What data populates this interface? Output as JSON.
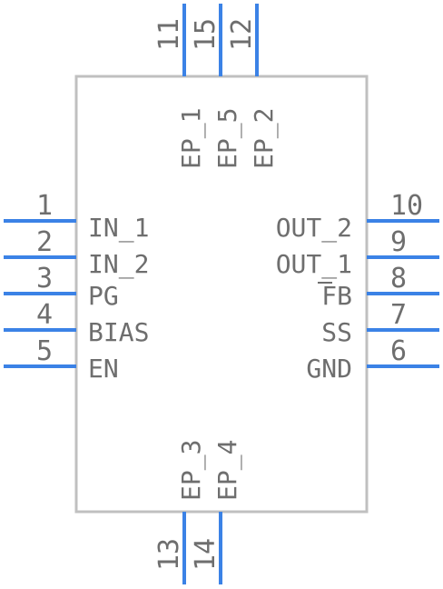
{
  "component": {
    "left_pins": [
      {
        "number": "1",
        "name": "IN_1"
      },
      {
        "number": "2",
        "name": "IN_2"
      },
      {
        "number": "3",
        "name": "PG"
      },
      {
        "number": "4",
        "name": "BIAS"
      },
      {
        "number": "5",
        "name": "EN"
      }
    ],
    "right_pins": [
      {
        "number": "10",
        "name": "OUT_2"
      },
      {
        "number": "9",
        "name": "OUT_1"
      },
      {
        "number": "8",
        "name": "FB"
      },
      {
        "number": "7",
        "name": "SS"
      },
      {
        "number": "6",
        "name": "GND"
      }
    ],
    "top_pins": [
      {
        "number": "11",
        "name": "EP_1"
      },
      {
        "number": "15",
        "name": "EP_5"
      },
      {
        "number": "12",
        "name": "EP_2"
      }
    ],
    "bottom_pins": [
      {
        "number": "13",
        "name": "EP_3"
      },
      {
        "number": "14",
        "name": "EP_4"
      }
    ],
    "colors": {
      "pin": "#3b82e6",
      "body_outline": "#c0c0c0",
      "text": "#6e6e6e"
    }
  }
}
